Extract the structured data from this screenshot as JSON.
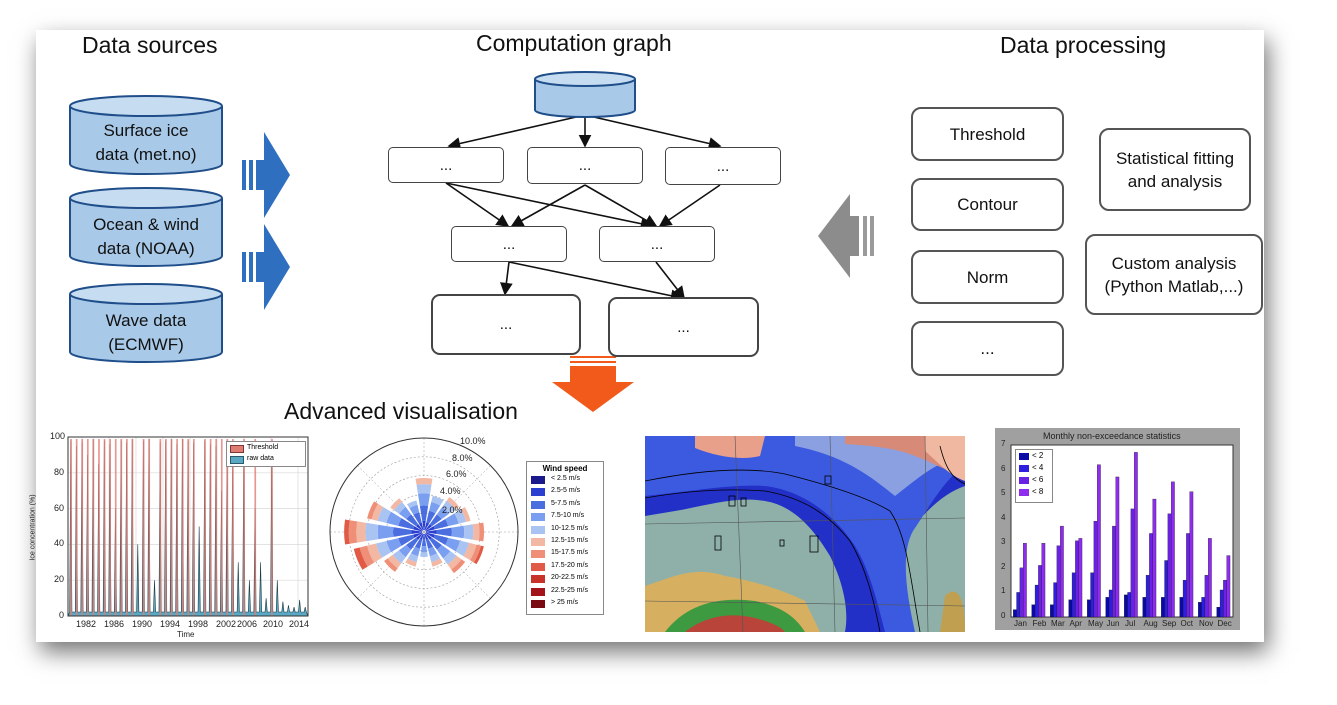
{
  "headings": {
    "sources": "Data sources",
    "graph": "Computation graph",
    "processing": "Data processing",
    "visualisation": "Advanced visualisation"
  },
  "sources": [
    {
      "line1": "Surface ice",
      "line2": "data (met.no)"
    },
    {
      "line1": "Ocean & wind",
      "line2": "data (NOAA)"
    },
    {
      "line1": "Wave data",
      "line2": "(ECMWF)"
    }
  ],
  "graph_nodes": [
    "...",
    "...",
    "...",
    "...",
    "...",
    "...",
    "..."
  ],
  "processing": {
    "threshold": "Threshold",
    "contour": "Contour",
    "norm": "Norm",
    "more": "...",
    "stat_1": "Statistical fitting",
    "stat_2": "and analysis",
    "custom_1": "Custom analysis",
    "custom_2": "(Python Matlab,...)"
  },
  "colors": {
    "db_fill": "#a8c9e8",
    "db_stroke": "#1f4e8a",
    "arrow_blue": "#2f6fc0",
    "arrow_orange": "#f25a1c",
    "arrow_gray": "#8c8c8c"
  },
  "chart_data": [
    {
      "type": "area",
      "xlabel": "Time",
      "ylabel": "Ice concentration (%)",
      "ylim": [
        0,
        100
      ],
      "yticks": [
        "100",
        "80",
        "60",
        "40",
        "20",
        "0"
      ],
      "xticks": [
        "1982",
        "1986",
        "1990",
        "1994",
        "1998",
        "2002",
        "2006",
        "2010",
        "2014"
      ],
      "legend": [
        "Threshold",
        "raw data"
      ],
      "series": [
        {
          "name": "raw data",
          "color": "#5aa8c4"
        },
        {
          "name": "Threshold",
          "color": "#e07d73"
        }
      ]
    },
    {
      "type": "polar-bar",
      "radial_ticks": [
        "2.0%",
        "4.0%",
        "6.0%",
        "8.0%",
        "10.0%"
      ],
      "legend_title": "Wind speed",
      "bins": [
        "< 2.5 m/s",
        "2.5-5 m/s",
        "5-7.5 m/s",
        "7.5-10 m/s",
        "10-12.5 m/s",
        "12.5-15 m/s",
        "15-17.5 m/s",
        "17.5-20 m/s",
        "20-22.5 m/s",
        "22.5-25 m/s",
        "> 25 m/s"
      ],
      "bin_colors": [
        "#1a1a8c",
        "#2a3fcf",
        "#4a6ee0",
        "#7b9ff0",
        "#a9c3f2",
        "#f2b8a3",
        "#ef8f78",
        "#e05a45",
        "#c83228",
        "#a3141a",
        "#7a0a12"
      ]
    },
    {
      "type": "map"
    },
    {
      "type": "bar",
      "title": "Monthly non-exceedance statistics",
      "categories": [
        "Jan",
        "Feb",
        "Mar",
        "Apr",
        "May",
        "Jun",
        "Jul",
        "Aug",
        "Sep",
        "Oct",
        "Nov",
        "Dec"
      ],
      "ylim": [
        0,
        7
      ],
      "yticks": [
        "0",
        "1",
        "2",
        "3",
        "4",
        "5",
        "6",
        "7"
      ],
      "legend": [
        "< 2",
        "< 4",
        "< 6",
        "< 8"
      ],
      "series": [
        {
          "name": "< 2",
          "color": "#0a0aa8",
          "values": [
            0.3,
            0.5,
            0.5,
            0.7,
            0.7,
            0.8,
            0.9,
            0.8,
            0.8,
            0.8,
            0.6,
            0.4
          ]
        },
        {
          "name": "< 4",
          "color": "#2e1ee0",
          "values": [
            1.0,
            1.3,
            1.4,
            1.8,
            1.8,
            1.1,
            1.0,
            1.7,
            2.3,
            1.5,
            0.8,
            1.1
          ]
        },
        {
          "name": "< 6",
          "color": "#6a22e6",
          "values": [
            2.0,
            2.1,
            2.9,
            3.1,
            3.9,
            3.7,
            4.4,
            3.4,
            4.2,
            3.4,
            1.7,
            1.5
          ]
        },
        {
          "name": "< 8",
          "color": "#8e2cf0",
          "values": [
            3.0,
            3.0,
            3.7,
            3.2,
            6.2,
            5.7,
            6.7,
            4.8,
            5.5,
            5.1,
            3.2,
            2.5
          ]
        }
      ]
    }
  ]
}
